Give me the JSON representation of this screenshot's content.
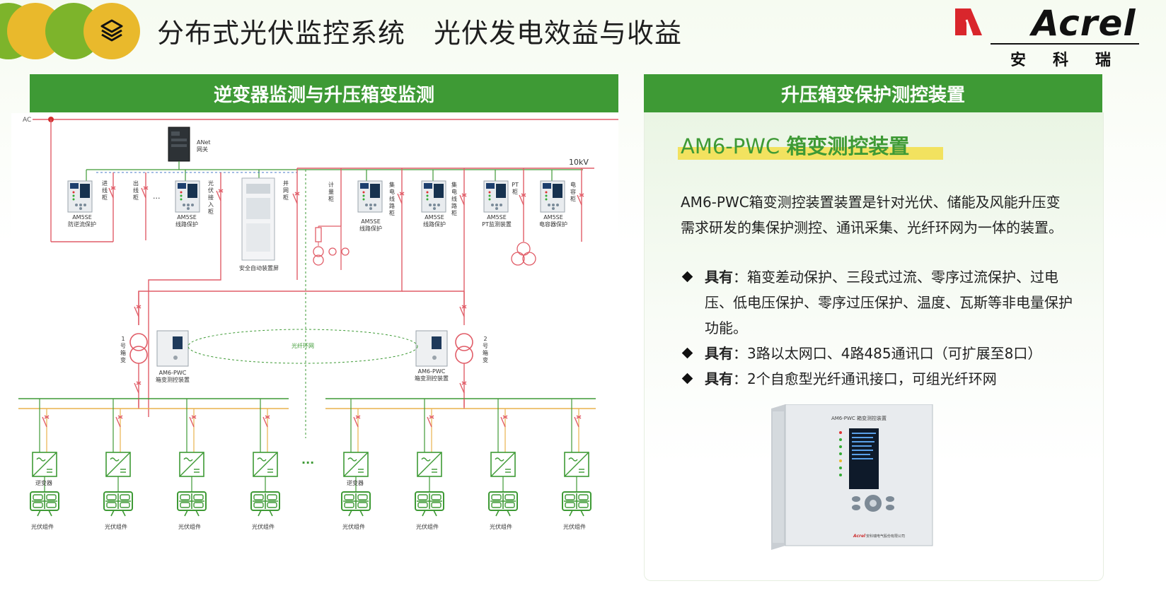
{
  "header": {
    "title_part1": "分布式光伏监控系统",
    "title_part2": "光伏发电效益与收益",
    "icon": "layers-icon"
  },
  "logo": {
    "brand": "Acrel",
    "chinese": "安科瑞"
  },
  "left_panel": {
    "header": "逆变器监测与升压箱变监测"
  },
  "right_panel": {
    "header": "升压箱变保护测控装置",
    "product_code": "AM6-PWC",
    "product_name": "箱变测控装置",
    "description": "AM6-PWC箱变测控装置装置是针对光伏、储能及风能升压变需求研发的集保护测控、通讯采集、光纤环网为一体的装置。",
    "bullets": [
      {
        "label": "具有",
        "sep": "：",
        "text": "箱变差动保护、三段式过流、零序过流保护、过电压、低电压保护、零序过压保护、温度、瓦斯等非电量保护功能。"
      },
      {
        "label": "具有",
        "sep": "：",
        "text": "3路以太网口、4路485通讯口（可扩展至8口）"
      },
      {
        "label": "具有",
        "sep": "：",
        "text": "2个自愈型光纤通讯接口，可组光纤环网"
      }
    ]
  },
  "device": {
    "front_title": "AM6-PWC 箱变测控装置",
    "brand": "Acrel",
    "company": "安科瑞电气股份有限公司"
  },
  "diagram": {
    "ac": "AC",
    "gateway": "ANet\n网关",
    "bus": "10kV",
    "cabinets": [
      "进线柜",
      "出线柜",
      "光伏接入柜",
      "并网柜",
      "计量柜",
      "集电线路柜",
      "集电线路柜",
      "PT柜",
      "电容柜"
    ],
    "relays": [
      {
        "model": "AM5SE",
        "func": "防逆流保护"
      },
      {
        "model": "AM5SE",
        "func": "线路保护"
      },
      {
        "model": "AM5SE",
        "func": "线路保护"
      },
      {
        "model": "AM5SE",
        "func": "线路保护"
      },
      {
        "model": "AM5SE",
        "func": "PT监测装置"
      },
      {
        "model": "AM5SE",
        "func": "电容器保护"
      }
    ],
    "ellipsis": "···",
    "auto_screen": "安全自动装置屏",
    "fiber_ring": "光纤环网",
    "box1": "1号箱变",
    "box2": "2号箱变",
    "am6_model": "AM6-PWC",
    "am6_func": "箱变测控装置",
    "inverter": "逆变器",
    "pv": "光伏组件"
  }
}
